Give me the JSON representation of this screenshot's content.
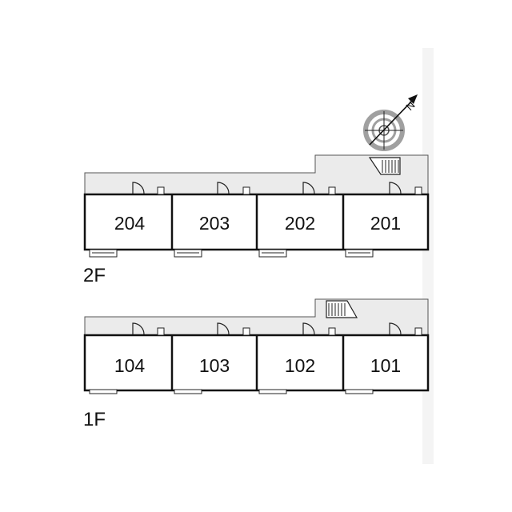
{
  "floors": [
    {
      "label": "2F",
      "units": [
        {
          "number": "204"
        },
        {
          "number": "203"
        },
        {
          "number": "202"
        },
        {
          "number": "201"
        }
      ]
    },
    {
      "label": "1F",
      "units": [
        {
          "number": "104"
        },
        {
          "number": "103"
        },
        {
          "number": "102"
        },
        {
          "number": "101"
        }
      ]
    }
  ],
  "compass": {
    "letter": "N",
    "icon": "north-arrow-compass-icon"
  },
  "colors": {
    "corridor": "#ebebeb",
    "wall": "#111111",
    "compass_ring": "#9a9a9a"
  }
}
